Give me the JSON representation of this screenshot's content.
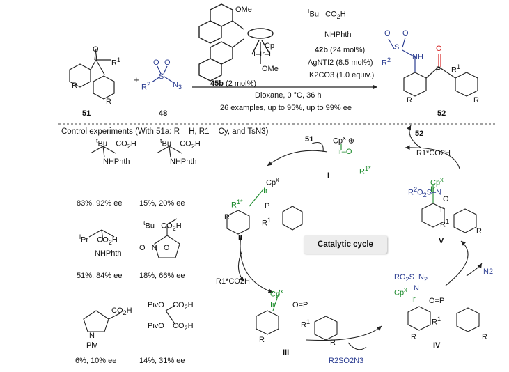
{
  "conditions": {
    "ligand_label": "42b",
    "ligand_loading": "(24 mol%)",
    "catalyst_label": "45b",
    "catalyst_loading": "(2 mol%)",
    "silver_salt": "AgNTf2 (8.5 mol%)",
    "base": "K2CO3 (1.0 equiv.)",
    "solvent_temp_time": "Dioxane, 0 °C, 36 h",
    "scope_text": "26 examples, up to 95%, up to 99% ee",
    "catalyst_ome_top": "OMe",
    "catalyst_ome_bottom": "OMe"
  },
  "compounds": {
    "substrate": "51",
    "azide": "48",
    "product": "52"
  },
  "control": {
    "header": "Control experiments (With 51a: R = H, R1 = Cy, and TsN3)",
    "results": [
      "83%, 92% ee",
      "15%, 20% ee",
      "51%, 84% ee",
      "18%, 66% ee",
      "6%, 10% ee",
      "14%, 31% ee"
    ]
  },
  "cycle": {
    "title": "Catalytic cycle",
    "intermediates": [
      "I",
      "II",
      "III",
      "IV",
      "V"
    ],
    "acid": "R1*CO2H",
    "sulfonyl_azide": "R2SO2N3",
    "byproduct": "N2"
  },
  "colors": {
    "green": "#1a8a2a",
    "blue": "#2b3d91",
    "red": "#d62020"
  }
}
